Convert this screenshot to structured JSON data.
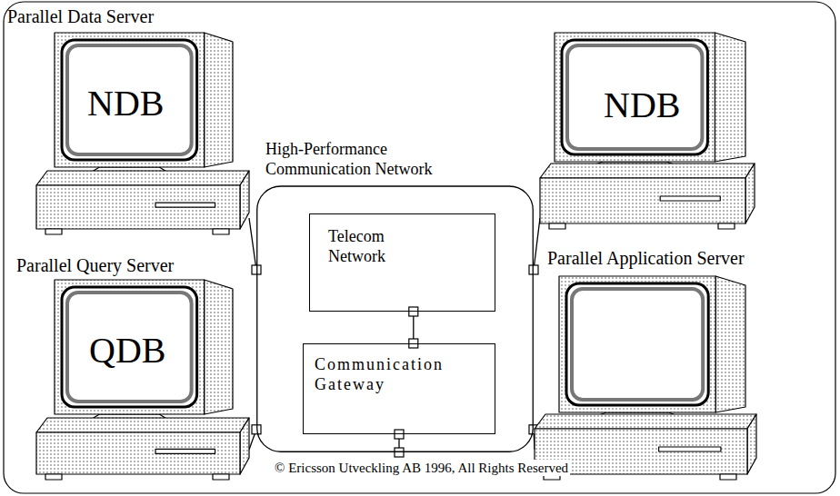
{
  "diagram": {
    "nodes": [
      {
        "text": [
          "Parallel Data Server",
          "NDB"
        ]
      },
      {
        "text": [
          "High-Performance Communication Network"
        ]
      },
      {
        "text": [
          "Telecom Network"
        ],
        "in": 1
      },
      {
        "text": [
          "Communication Gateway"
        ],
        "in": 1
      },
      {
        "text": [
          "NDB"
        ]
      },
      {
        "text": [
          "Parallel Query Server",
          "QDB"
        ]
      },
      {
        "text": [
          "Parallel Application Server"
        ]
      }
    ],
    "edges": [
      {
        "from": 0,
        "to": 1,
        "arrow": "none"
      },
      {
        "from": 2,
        "to": 3,
        "arrow": "none"
      },
      {
        "from": 3,
        "to": 1,
        "arrow": "none"
      },
      {
        "from": 4,
        "to": 1,
        "arrow": "none"
      },
      {
        "from": 5,
        "to": 1,
        "arrow": "none"
      },
      {
        "from": 6,
        "to": 1,
        "arrow": "none"
      }
    ],
    "labels": [
      "© Ericsson Utveckling AB 1996, All Rights Reserved"
    ]
  }
}
